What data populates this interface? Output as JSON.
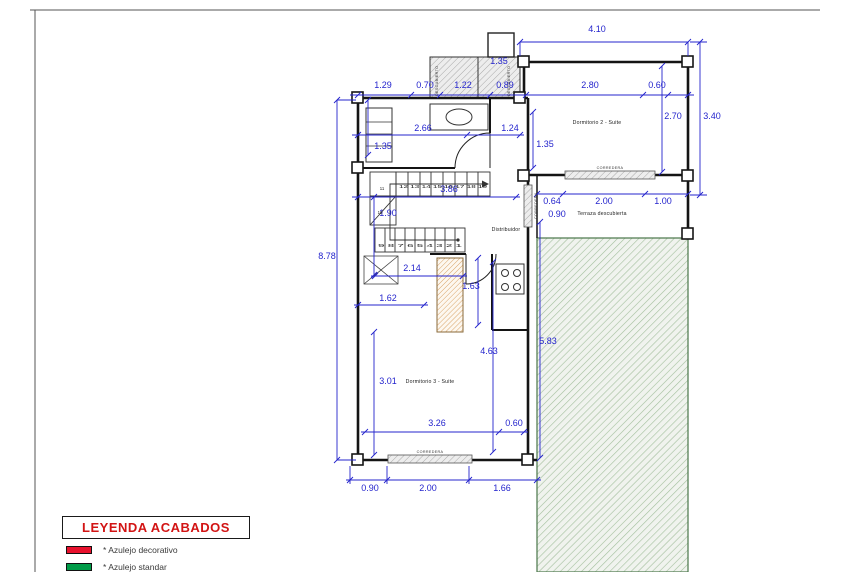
{
  "plan": {
    "rooms": {
      "dormitorio2": "Dormitorio 2 - Suite",
      "terraza": "Terraza descubierta",
      "distribuidor": "Distribuidor",
      "dormitorio3": "Dormitorio 3 - Suite"
    },
    "doors": {
      "corredera_terraza": "CORREDERA",
      "corredera_distribuidor": "CORREDERA",
      "corredera_dorm3": "CORREDERA"
    },
    "patios": {
      "descubierto_left": "DESCUBIERTO",
      "descubierto_right": "DESCUBIERTO"
    },
    "stairs": {
      "upper_run": "12 13 14 15 16 17 18 19",
      "turn_upper": "11",
      "turn_lower": "10",
      "lower_run": "9 8 7 6 5 4 3 2 1"
    },
    "dimensions": {
      "top_total": "4.10",
      "chimney": "1.35",
      "top_seg1": "1.29",
      "top_seg2": "0.70",
      "top_seg3": "1.22",
      "top_seg4": "0.89",
      "top_seg5": "2.80",
      "top_seg6": "0.60",
      "right_total": "3.40",
      "dorm2_depth": "2.70",
      "bath_width": "2.66",
      "hall_width": "1.24",
      "bath_side": "1.35",
      "landing_side": "1.35",
      "interior_width": "3.86",
      "terraza_seg1": "0.64",
      "terraza_seg2": "2.00",
      "terraza_seg3": "1.00",
      "terraza_offset": "0.90",
      "stairs_depth": "1.90",
      "left_total": "8.78",
      "closet_width": "2.14",
      "ensuite_width": "1.63",
      "closet_side": "1.62",
      "garden_depth": "5.83",
      "dorm3_depth": "4.63",
      "dorm3_side": "3.01",
      "bottom_seg1": "3.26",
      "bottom_seg2": "0.60",
      "bottom_ext1": "0.90",
      "bottom_ext2": "2.00",
      "bottom_ext3": "1.66"
    }
  },
  "legend": {
    "title": "LEYENDA ACABADOS",
    "items": [
      {
        "label": "* Azulejo decorativo",
        "swatch": "#e8112d"
      },
      {
        "label": "* Azulejo standar",
        "swatch": "#009b48"
      }
    ]
  },
  "colors": {
    "dimension_text": "#2424cd",
    "walls": "#141414",
    "garden_hatch": "#8fae8b",
    "legend_title": "#d21414"
  }
}
